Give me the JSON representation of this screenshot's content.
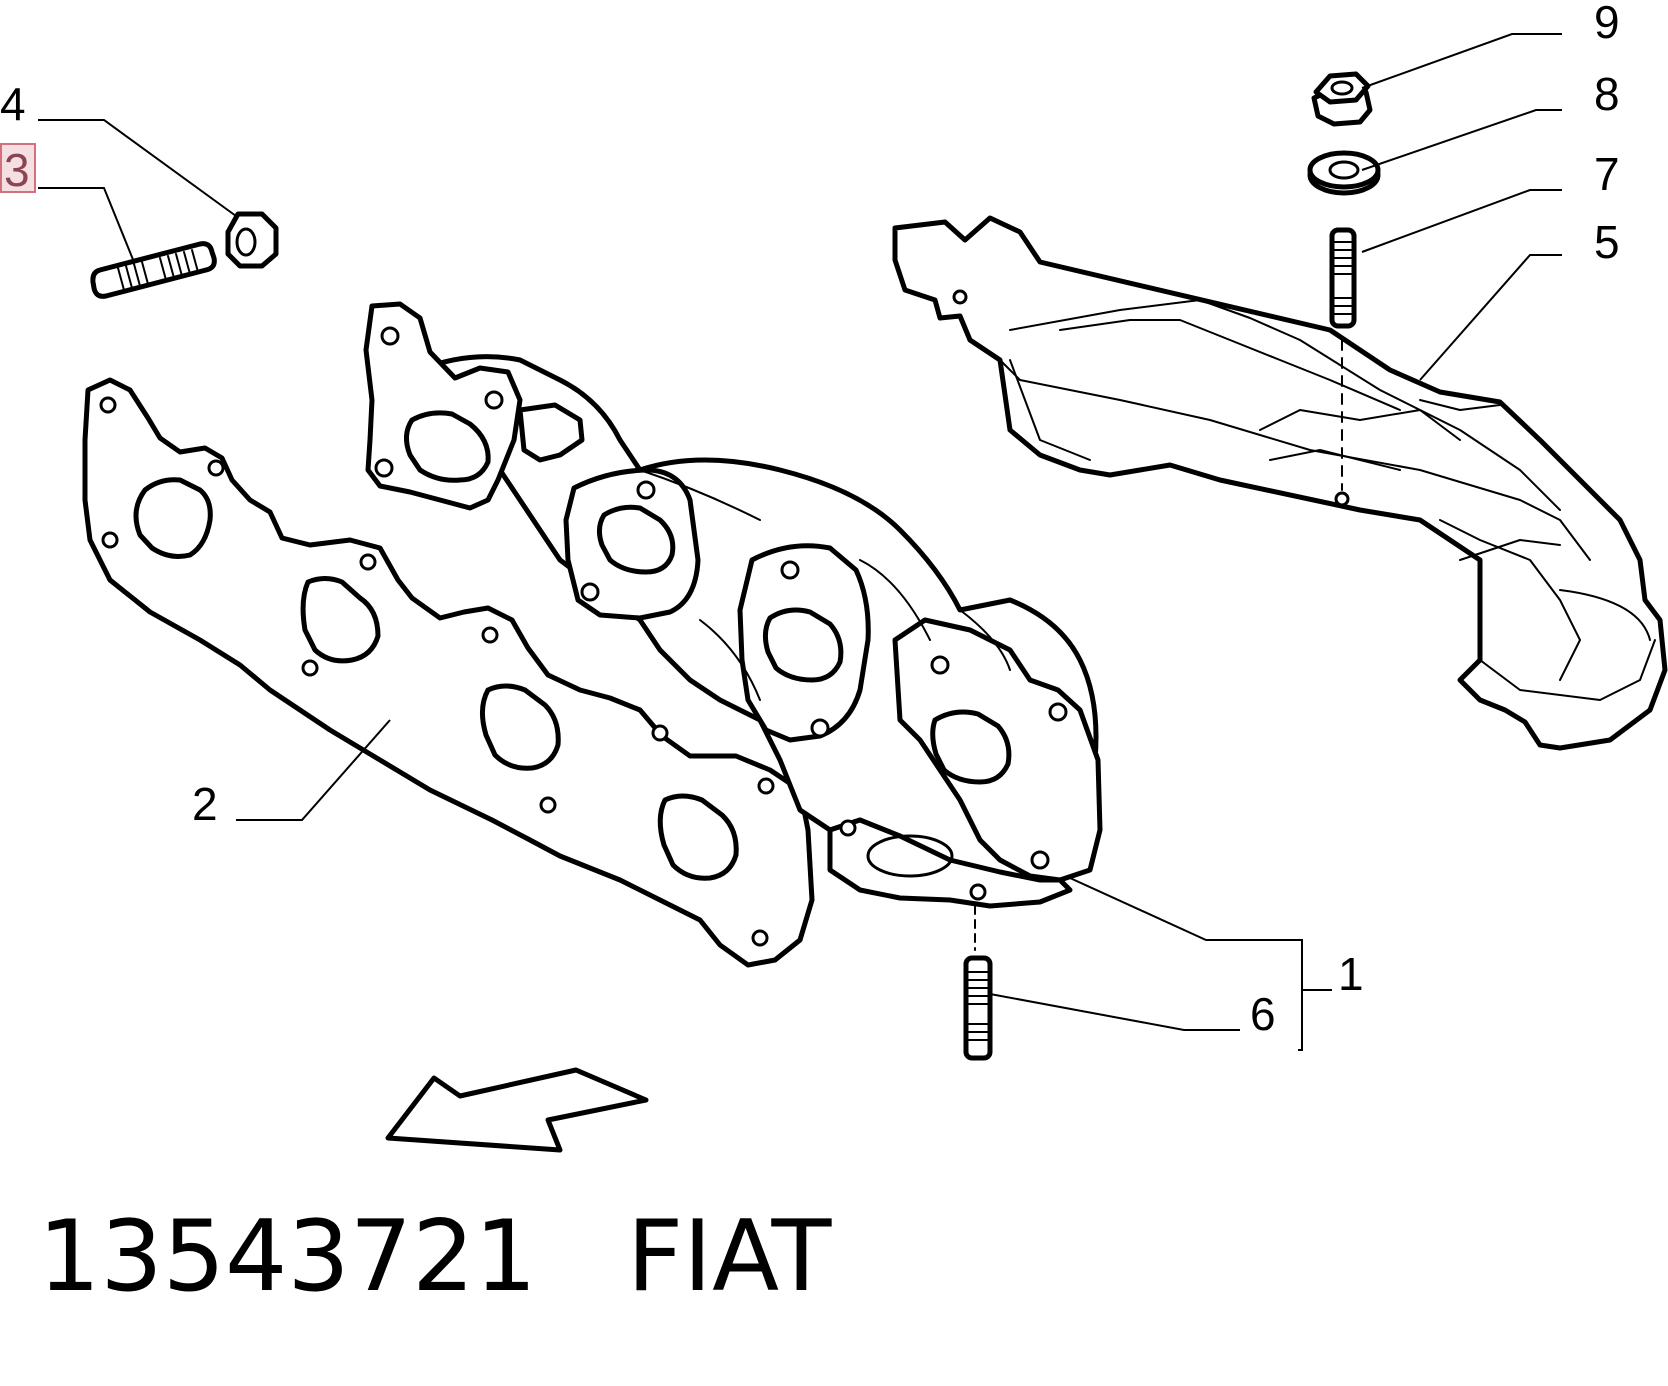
{
  "callouts": {
    "c1": "1",
    "c2": "2",
    "c3": "3",
    "c4": "4",
    "c5": "5",
    "c6": "6",
    "c7": "7",
    "c8": "8",
    "c9": "9"
  },
  "highlighted_callout": "3",
  "caption": {
    "part_number": "13543721",
    "brand": "FIAT"
  },
  "colors": {
    "line": "#000000",
    "highlight_fill": "#f6dfe3",
    "highlight_border": "#d2707d"
  }
}
